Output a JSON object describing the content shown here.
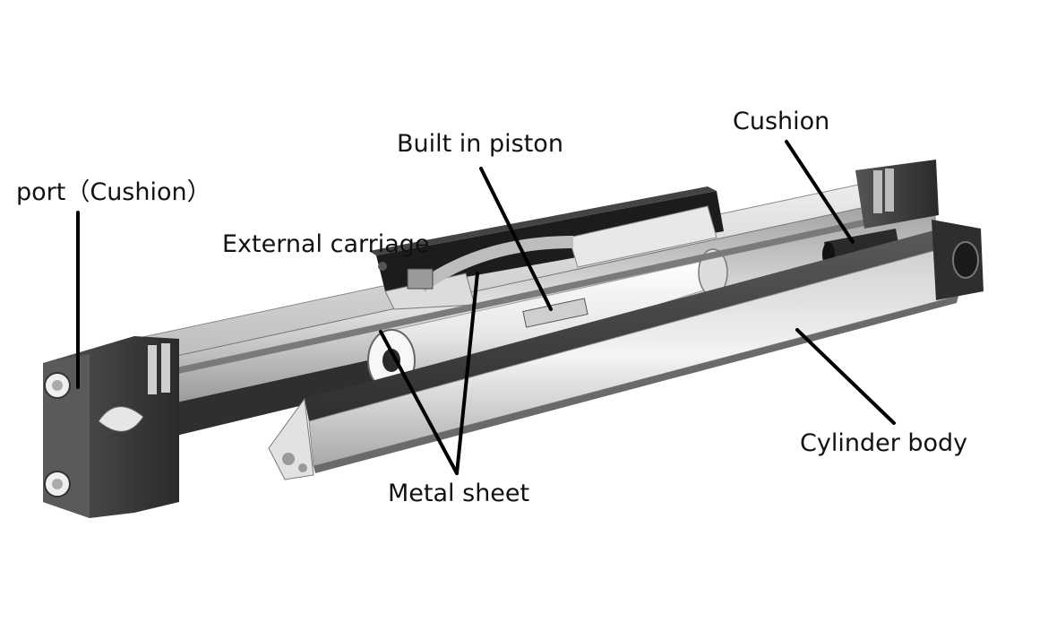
{
  "labels": {
    "port_cushion": "port（Cushion）",
    "external_carriage": "External carriage",
    "built_in_piston": "Built in piston",
    "cushion": "Cushion",
    "cylinder_body": "Cylinder body",
    "metal_sheet": "Metal sheet"
  },
  "colors": {
    "end_cap": "#3a3a3a",
    "tube_light": "#d8d8d8",
    "tube_dark": "#4a4a4a",
    "carriage_black": "#1c1c1c",
    "piston": "#f2f2f2",
    "leader_line": "#000000"
  }
}
